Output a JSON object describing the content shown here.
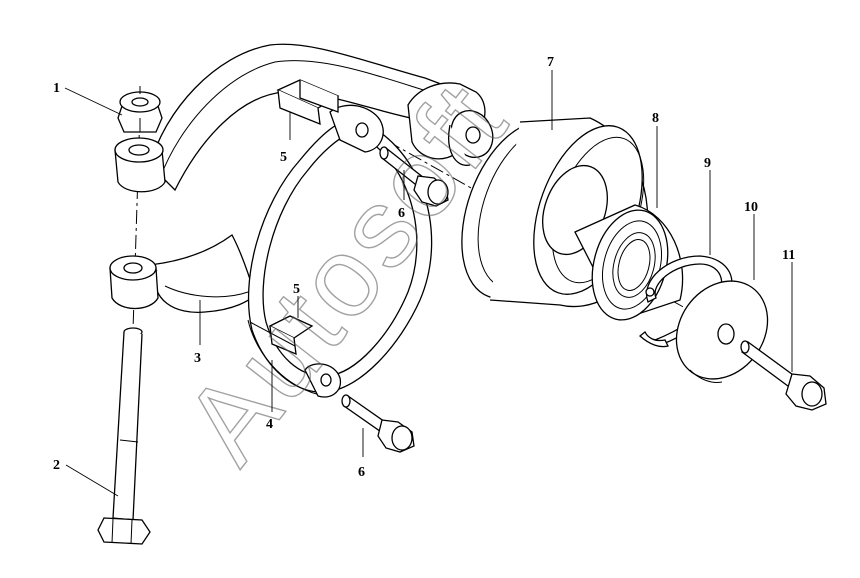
{
  "callouts": [
    {
      "id": "1",
      "label": "1"
    },
    {
      "id": "2",
      "label": "2"
    },
    {
      "id": "3",
      "label": "3"
    },
    {
      "id": "4",
      "label": "4"
    },
    {
      "id": "5a",
      "label": "5"
    },
    {
      "id": "5b",
      "label": "5"
    },
    {
      "id": "6a",
      "label": "6"
    },
    {
      "id": "6b",
      "label": "6"
    },
    {
      "id": "7",
      "label": "7"
    },
    {
      "id": "8",
      "label": "8"
    },
    {
      "id": "9",
      "label": "9"
    },
    {
      "id": "10",
      "label": "10"
    },
    {
      "id": "11",
      "label": "11"
    }
  ],
  "watermark": "Autosoft"
}
